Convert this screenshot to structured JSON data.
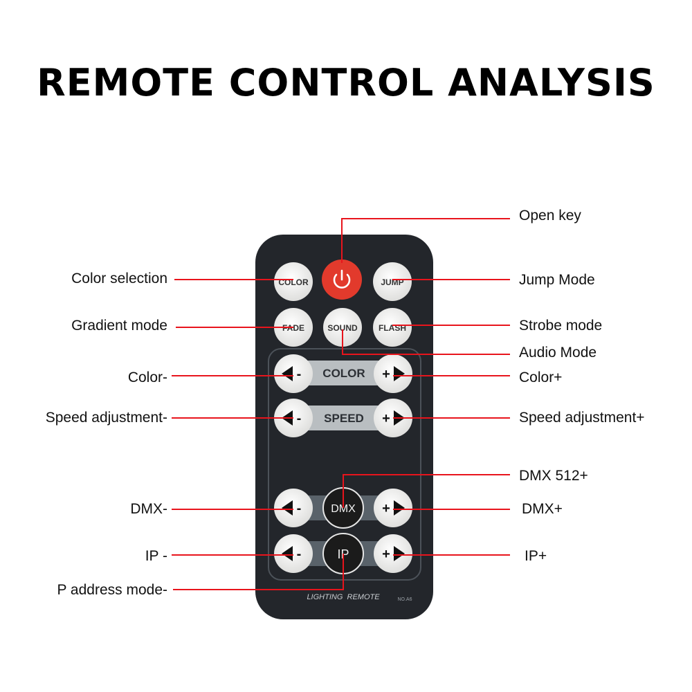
{
  "title": "REMOTE CONTROL ANALYSIS",
  "colors": {
    "remote_body": "#23262b",
    "panel": "#3a3f45",
    "strip": "#b9bec1",
    "button": "#f3f3f1",
    "power_button": "#e23a2c",
    "dark_button": "#1b1b1b",
    "leader_line": "#e8141c"
  },
  "remote": {
    "buttons": {
      "color": "COLOR",
      "jump": "JUMP",
      "fade": "FADE",
      "sound": "SOUND",
      "flash": "FLASH",
      "minus": "-",
      "plus": "+",
      "dmx": "DMX",
      "ip": "IP"
    },
    "strips": {
      "color": "COLOR",
      "speed": "SPEED"
    },
    "footer": "LIGHTING  REMOTE",
    "model": "NO.A6"
  },
  "labels": {
    "open_key": "Open key",
    "color_selection": "Color selection",
    "jump_mode": "Jump Mode",
    "gradient_mode": "Gradient mode",
    "strobe_mode": "Strobe mode",
    "audio_mode": "Audio Mode",
    "color_minus": "Color-",
    "color_plus": "Color+",
    "speed_minus": "Speed adjustment-",
    "speed_plus": "Speed adjustment+",
    "dmx512_plus": "DMX 512+",
    "dmx_minus": "DMX-",
    "dmx_plus": "DMX+",
    "ip_minus": "IP -",
    "ip_plus": "IP+",
    "ip_address_mode": "P address mode-"
  }
}
